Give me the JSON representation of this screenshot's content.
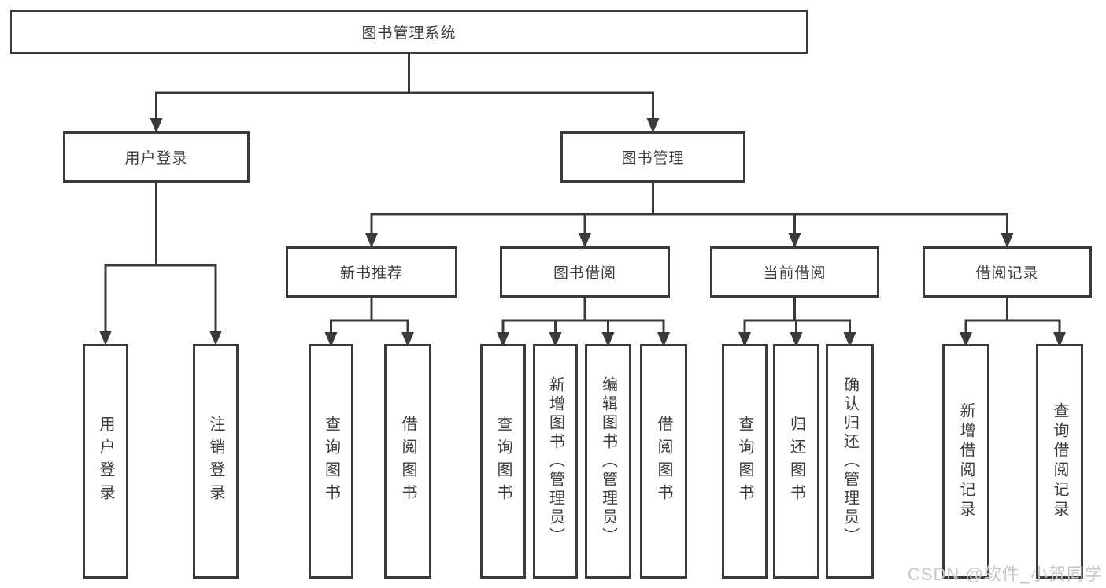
{
  "diagram": {
    "title": "图书管理系统",
    "watermark": "CSDN @软件_小贺同学",
    "colors": {
      "line": "#3a3a3a",
      "text": "#3c3c3c",
      "background": "#ffffff",
      "watermark": "#c6c6c6"
    },
    "nodes": {
      "root": "图书管理系统",
      "user_login": "用户登录",
      "book_mgmt": "图书管理",
      "login": "用户登录",
      "logout": "注销登录",
      "new_book_rec": "新书推荐",
      "book_borrow": "图书借阅",
      "current_borrow": "当前借阅",
      "borrow_record": "借阅记录",
      "nbr_query": "查询图书",
      "nbr_borrow": "借阅图书",
      "bb_query": "查询图书",
      "bb_add": "新增图书（管理员）",
      "bb_edit": "编辑图书（管理员）",
      "bb_borrow": "借阅图书",
      "cb_query": "查询图书",
      "cb_return": "归还图书",
      "cb_confirm": "确认归还（管理员）",
      "br_add": "新增借阅记录",
      "br_query": "查询借阅记录"
    }
  }
}
